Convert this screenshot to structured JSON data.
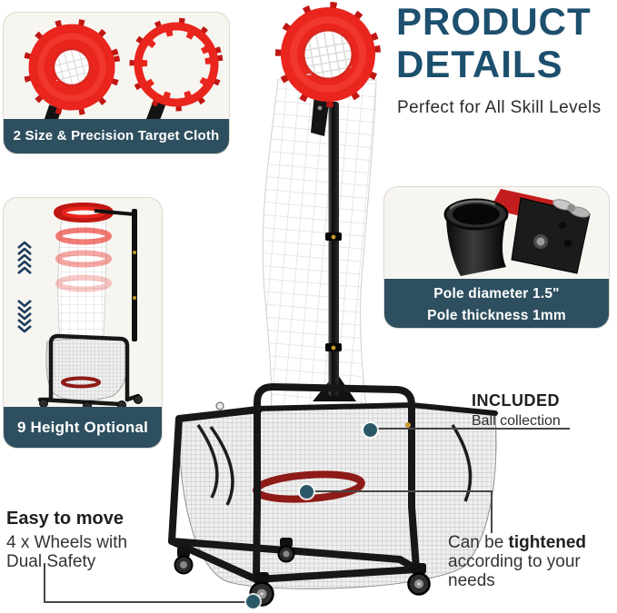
{
  "header": {
    "title_line1": "PRODUCT",
    "title_line2": "DETAILS",
    "subtitle": "Perfect for All Skill Levels"
  },
  "cards": {
    "target_cloth": {
      "badge": "2 Size & Precision Target Cloth"
    },
    "height": {
      "badge": "9 Height Optional"
    },
    "pole": {
      "badge_line1": "Pole diameter 1.5\"",
      "badge_line2": "Pole thickness 1mm"
    }
  },
  "callouts": {
    "ball_collection": {
      "title": "INCLUDED",
      "text": "Ball collection"
    },
    "wheels": {
      "title": "Easy to move",
      "line1": "4 x Wheels with",
      "line2": "Dual Safety"
    },
    "tighten": {
      "prefix": "Can be ",
      "bold": "tightened",
      "line2": "according to your",
      "line3": "needs"
    }
  },
  "colors": {
    "accent_teal": "#2e4f5f",
    "title_blue": "#1d4f6e",
    "target_red": "#e9251d",
    "dark_red": "#8e1b17",
    "dot_teal": "#2b5868"
  }
}
